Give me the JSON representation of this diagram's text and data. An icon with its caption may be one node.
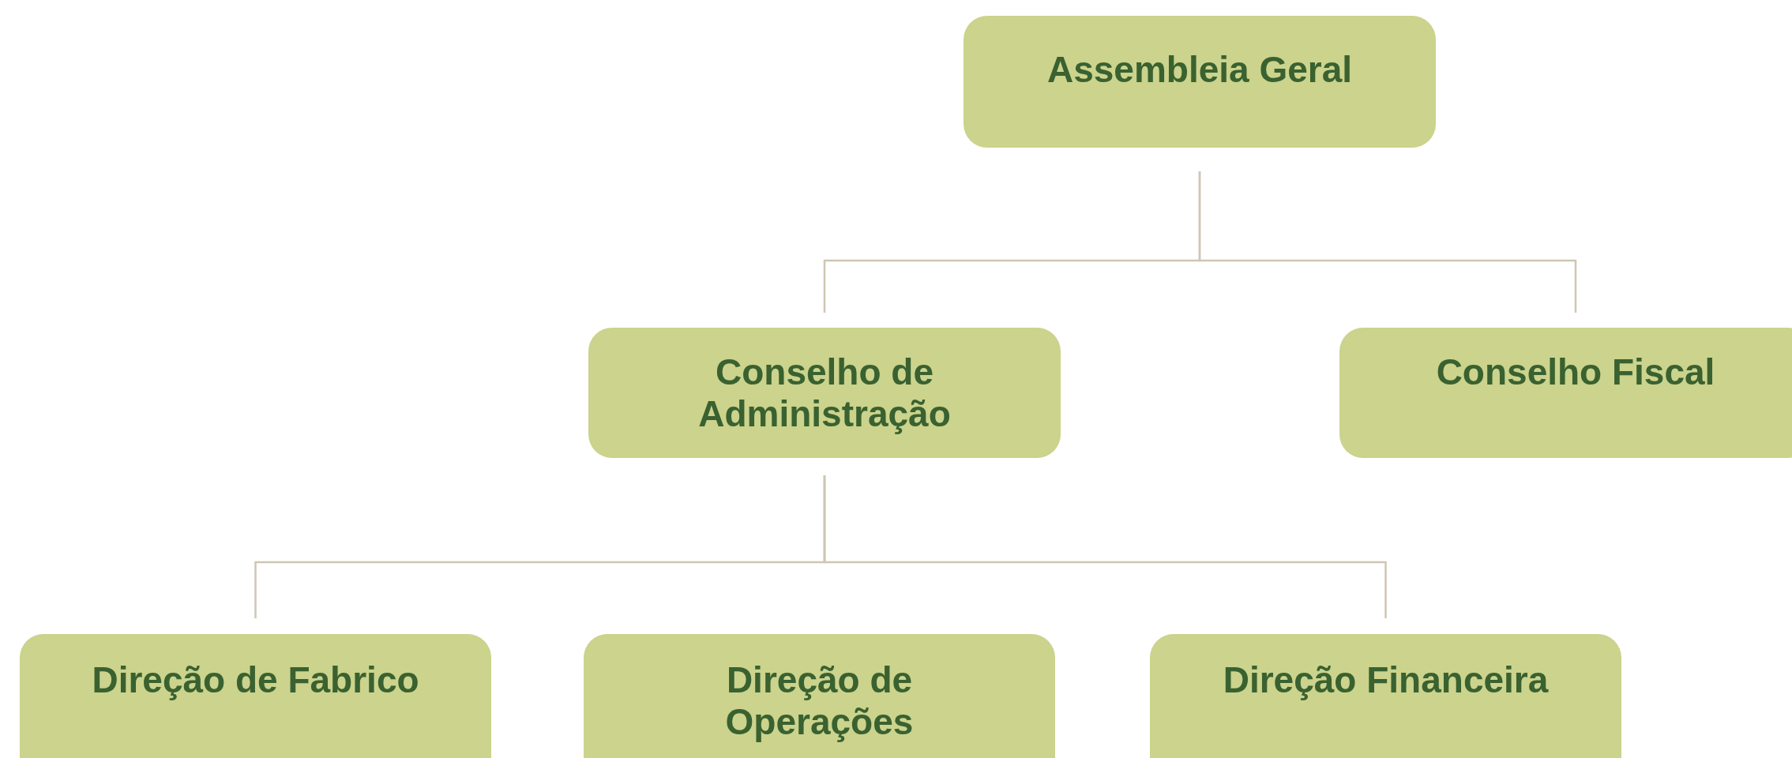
{
  "diagram": {
    "nodes": [
      {
        "text": [
          "Assembleia Geral"
        ]
      },
      {
        "text": [
          "Conselho de Administração"
        ]
      },
      {
        "text": [
          "Conselho Fiscal"
        ]
      },
      {
        "text": [
          "Direção de Fabrico"
        ]
      },
      {
        "text": [
          "Direção de Operações"
        ]
      },
      {
        "text": [
          "Direção Financeira"
        ]
      }
    ],
    "edges": [
      {
        "from": 0,
        "to": 1,
        "arrow": "none"
      },
      {
        "from": 0,
        "to": 2,
        "arrow": "none"
      },
      {
        "from": 1,
        "to": 3,
        "arrow": "none"
      },
      {
        "from": 1,
        "to": 4,
        "arrow": "none"
      },
      {
        "from": 1,
        "to": 5,
        "arrow": "none"
      }
    ]
  }
}
